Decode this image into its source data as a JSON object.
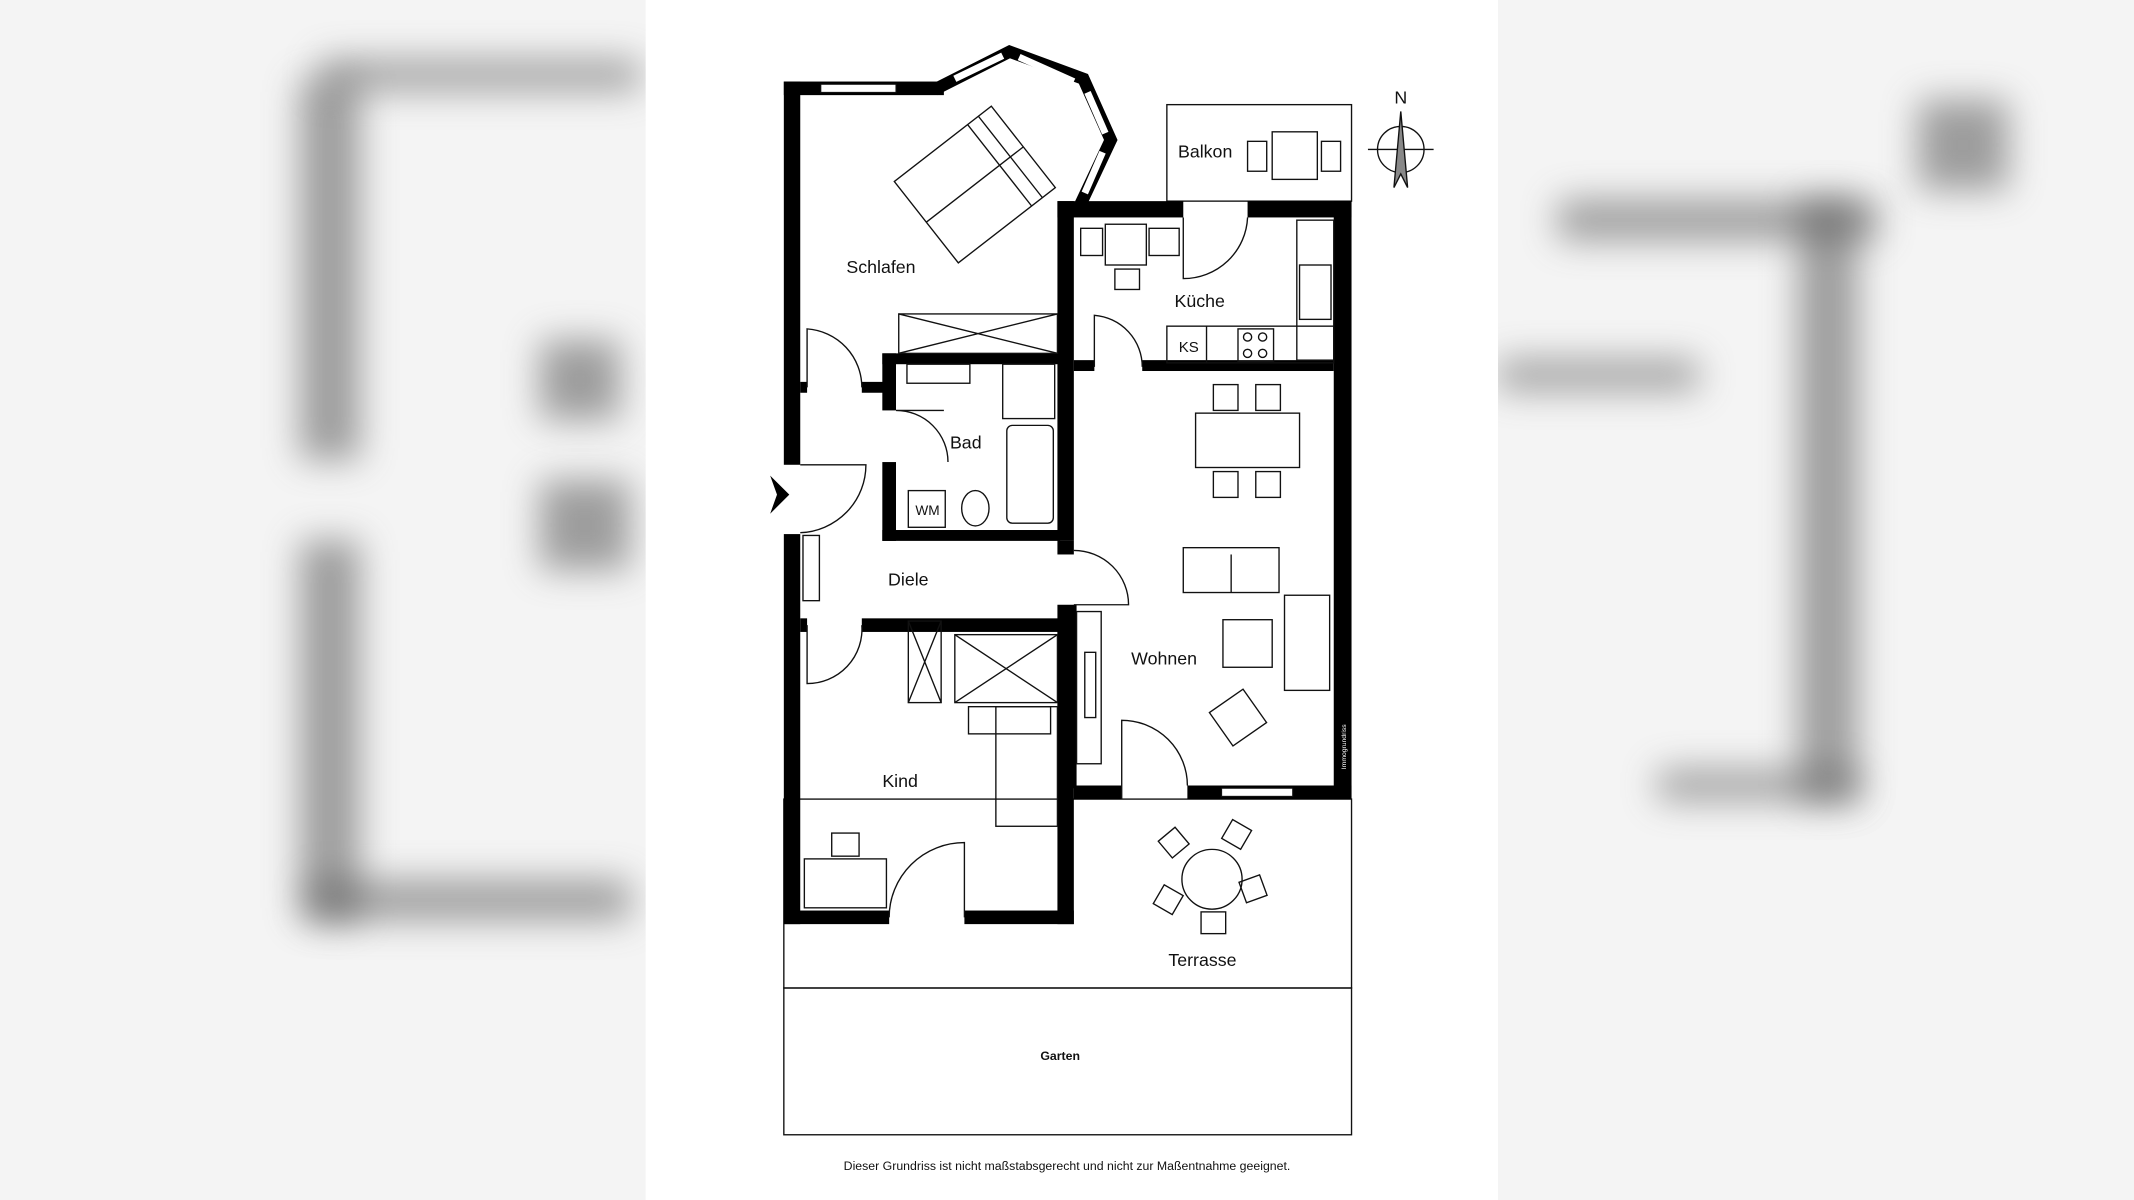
{
  "floorplan": {
    "rooms": {
      "schlafen": "Schlafen",
      "kueche": "Küche",
      "balkon": "Balkon",
      "bad": "Bad",
      "diele": "Diele",
      "wohnen": "Wohnen",
      "kind": "Kind",
      "terrasse": "Terrasse",
      "garten": "Garten"
    },
    "fixtures": {
      "fridge": "KS",
      "washing_machine": "WM"
    },
    "compass": "N",
    "watermark": "Immogrundriss",
    "disclaimer": "Dieser Grundriss ist nicht maßstabsgerecht und nicht zur Maßentnahme geeignet."
  }
}
